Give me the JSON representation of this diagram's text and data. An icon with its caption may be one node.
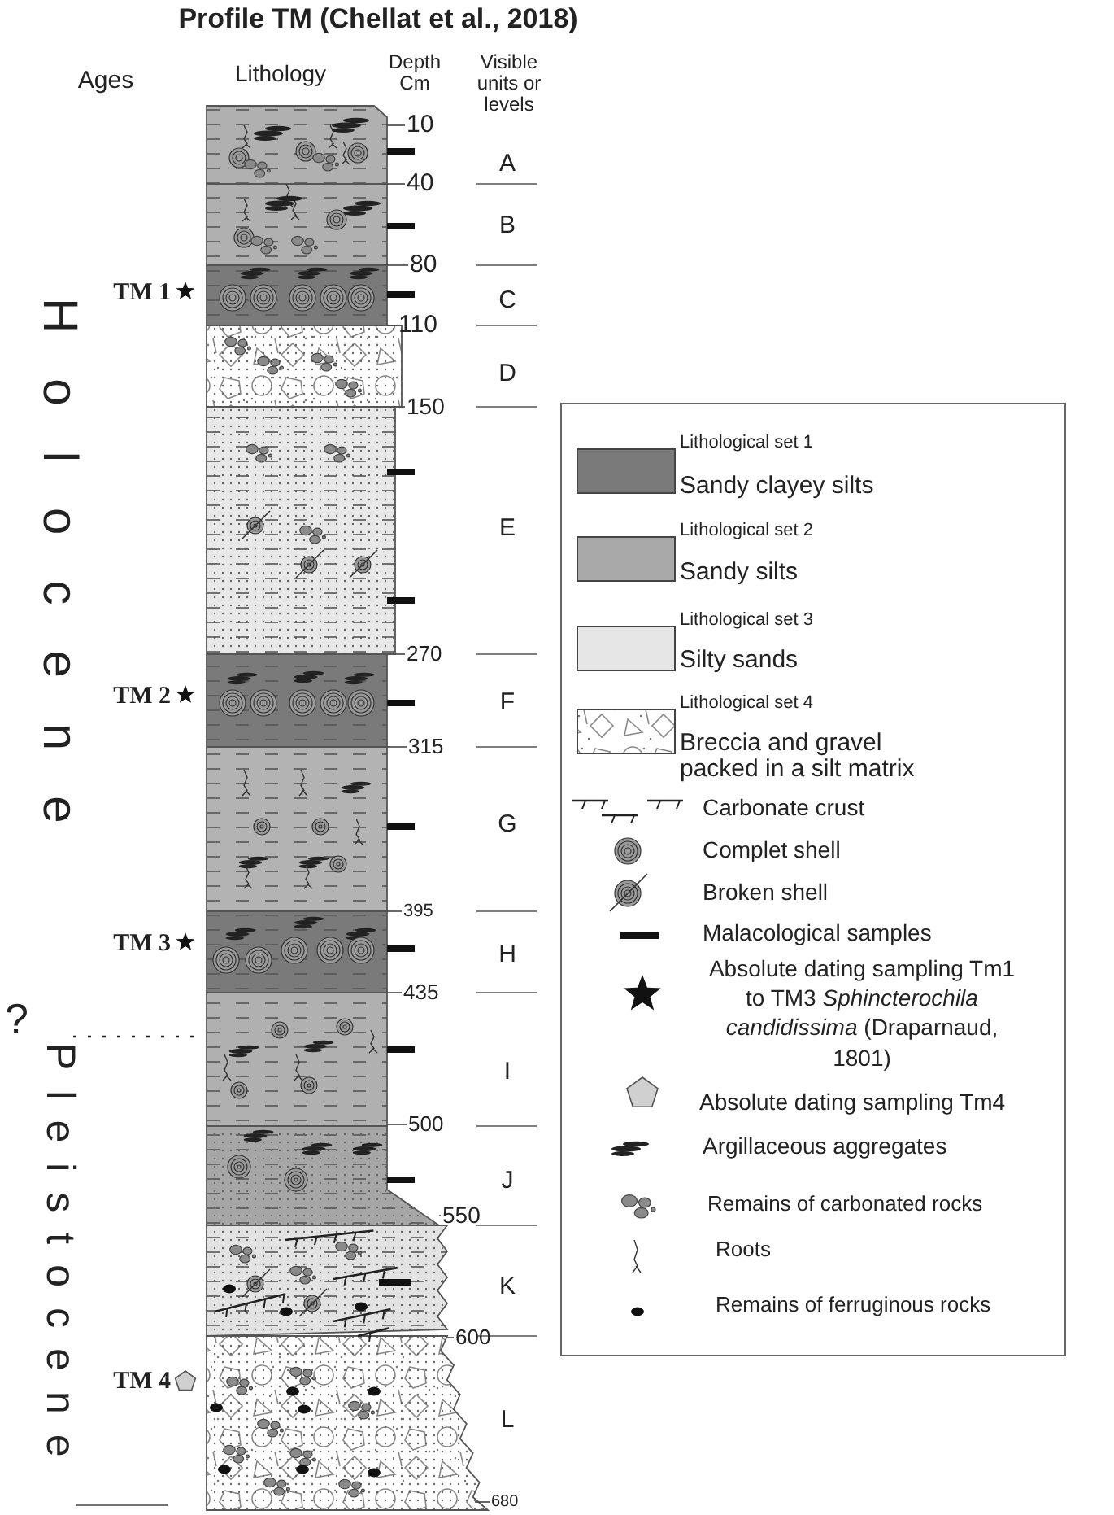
{
  "diagram": {
    "title": "Profile TM (Chellat et al., 2018)",
    "labels": [
      "Ages",
      "Lithology",
      "Depth Cm",
      "Visible units or levels",
      "10",
      "40",
      "80",
      "110",
      "150",
      "270",
      "315",
      "395",
      "435",
      "500",
      "550",
      "600",
      "680",
      "A",
      "B",
      "C",
      "D",
      "E",
      "F",
      "G",
      "H",
      "I",
      "J",
      "K",
      "L",
      "TM 1",
      "TM 2",
      "TM 3",
      "TM 4",
      "Holocene",
      "?",
      "Pleistocene",
      "Sandy clayey silts",
      "Sandy silts",
      "Silty sands",
      "Breccia and gravel packed in a silt matrix"
    ],
    "legend": [
      {
        "text": "Lithological set 1",
        "color": "#7a7a7a"
      },
      {
        "text": "Lithological set 2",
        "color": "#a9a9a9"
      },
      {
        "text": "Lithological set 3",
        "color": "#e6e6e6"
      },
      {
        "text": "Lithological set 4"
      },
      {
        "text": "Carbonate crust"
      },
      {
        "text": "Complet shell"
      },
      {
        "text": "Broken shell"
      },
      {
        "text": "Malacological samples"
      },
      {
        "text": "Absolute dating sampling Tm1 to TM3 *Sphincterochila candidissima* (Draparnaud, 1801)"
      },
      {
        "text": "Absolute dating sampling Tm4"
      },
      {
        "text": "Argillaceous aggregates"
      },
      {
        "text": "Remains of carbonated rocks"
      },
      {
        "text": "Roots"
      },
      {
        "text": "Remains of ferruginous rocks"
      }
    ]
  }
}
